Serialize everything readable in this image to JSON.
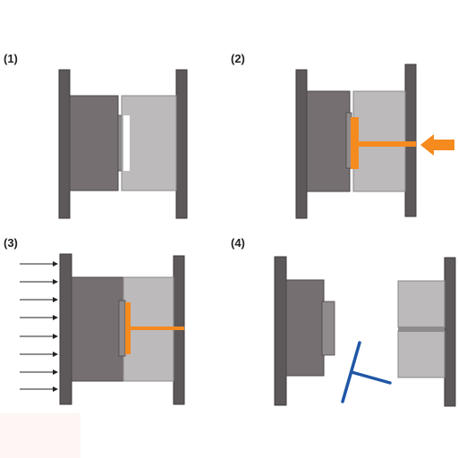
{
  "steps": [
    {
      "label": "(1)"
    },
    {
      "label": "(2)"
    },
    {
      "label": "(3)"
    },
    {
      "label": "(4)"
    }
  ],
  "colors": {
    "platen": "#5d585a",
    "platen_edge": "#3e3a3c",
    "mold_left": "#766f72",
    "mold_right": "#bcbabb",
    "ejector_block": "#8f8b8c",
    "cavity": "#ffffff",
    "melt": "#f58a1f",
    "part": "#1f56a6",
    "pressure_arrows": "#222222"
  },
  "icons": {
    "injection_arrow": "orange-block-arrow",
    "clamp_force": "black-thin-arrows"
  }
}
